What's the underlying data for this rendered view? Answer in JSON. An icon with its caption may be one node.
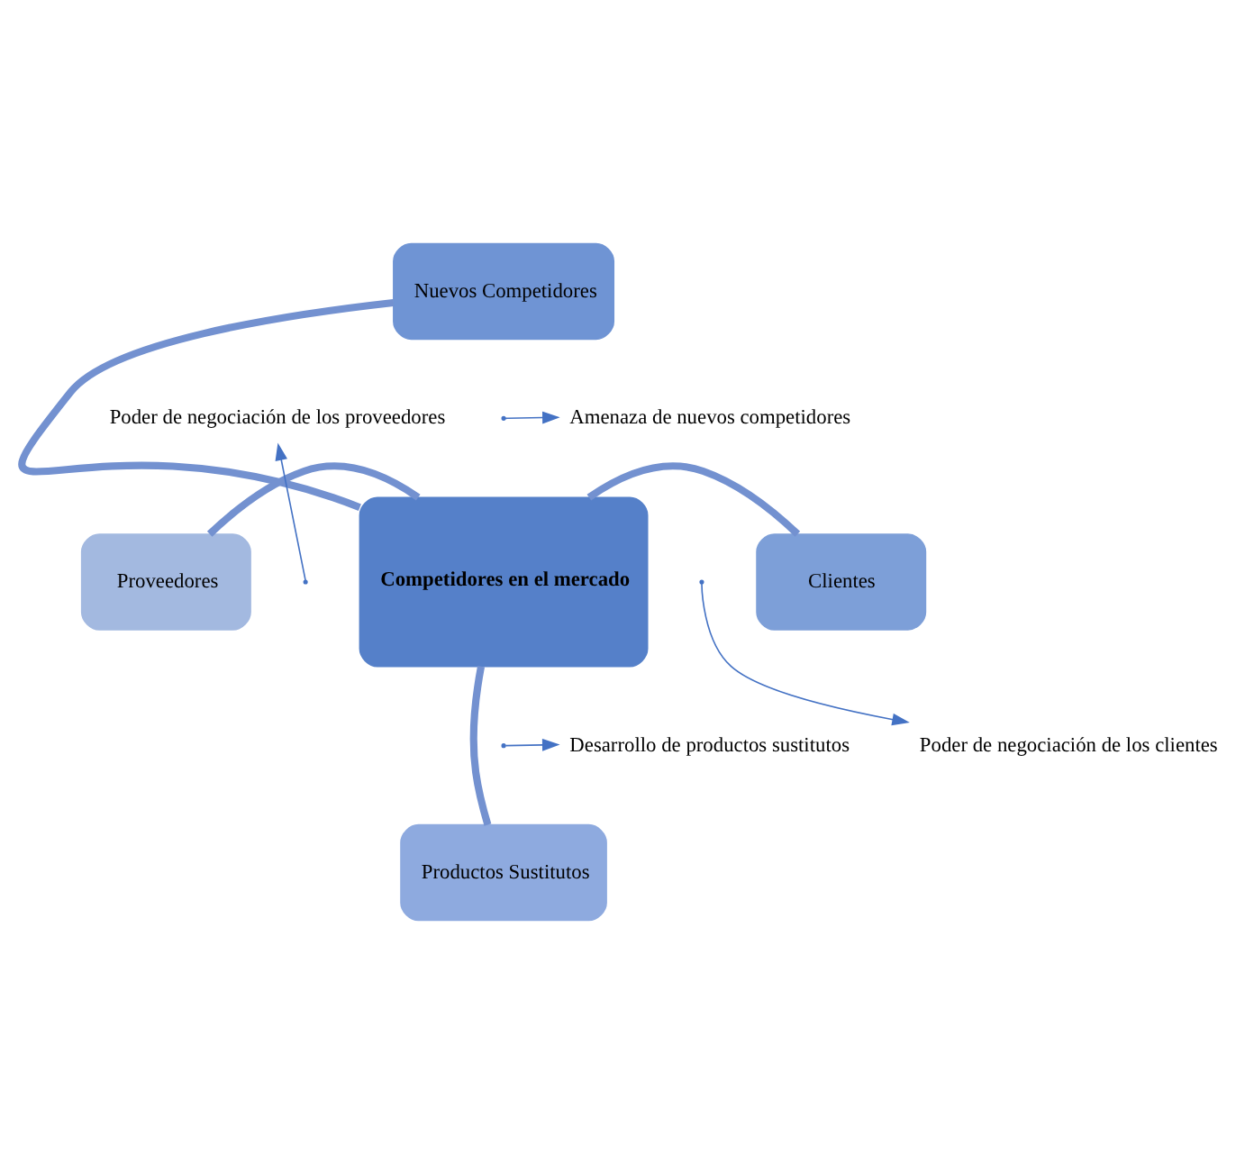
{
  "diagram": {
    "nodes": [
      {
        "text": [
          "Nuevos Competidores"
        ]
      },
      {
        "text": [
          "Poder de negociación de los proveedores"
        ]
      },
      {
        "text": [
          "Amenaza de nuevos competidores"
        ]
      },
      {
        "text": [
          "Proveedores"
        ]
      },
      {
        "text": [
          "Competidores en el mercado"
        ]
      },
      {
        "text": [
          "Clientes"
        ]
      },
      {
        "text": [
          "Desarrollo de productos sustitutos"
        ]
      },
      {
        "text": [
          "Poder de negociación de los clientes"
        ]
      },
      {
        "text": [
          "Productos Sustitutos"
        ]
      }
    ],
    "edges": [
      {
        "from": 0,
        "to": 4,
        "arrow": "none",
        "style": "thick",
        "color": "#7391d0"
      },
      {
        "from": 3,
        "to": 4,
        "arrow": "none",
        "style": "thick",
        "color": "#7391d0"
      },
      {
        "from": 5,
        "to": 4,
        "arrow": "none",
        "style": "thick",
        "color": "#7391d0"
      },
      {
        "from": 8,
        "to": 4,
        "arrow": "none",
        "style": "thick",
        "color": "#7391d0"
      },
      {
        "from": null,
        "to": 1,
        "arrow": "to"
      },
      {
        "from": null,
        "to": 2,
        "arrow": "to"
      },
      {
        "from": null,
        "to": 6,
        "arrow": "to"
      },
      {
        "from": null,
        "to": 7,
        "arrow": "to"
      }
    ]
  }
}
